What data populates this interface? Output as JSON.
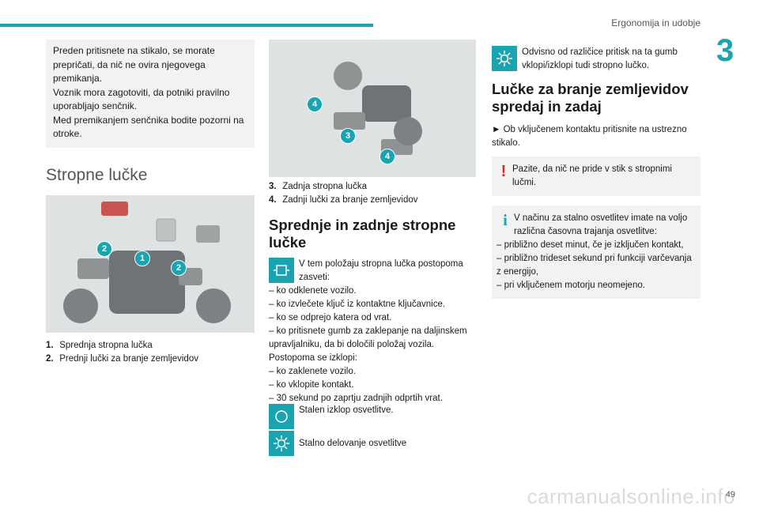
{
  "header": {
    "title": "Ergonomija in udobje",
    "chapter": "3",
    "page_number": "49"
  },
  "col1": {
    "warning_lines": [
      "Preden pritisnete na stikalo, se morate",
      "prepričati, da nič ne ovira njegovega",
      "premikanja.",
      "Voznik mora zagotoviti, da potniki pravilno",
      "uporabljajo senčnik.",
      "Med premikanjem senčnika bodite pozorni na",
      "otroke."
    ],
    "section_title": "Stropne lučke",
    "photo_badges": [
      "2",
      "1",
      "2"
    ],
    "captions": [
      {
        "num": "1.",
        "text": "Sprednja stropna lučka"
      },
      {
        "num": "2.",
        "text": "Prednji lučki za branje zemljevidov"
      }
    ]
  },
  "col2": {
    "photo_badges": [
      "4",
      "3",
      "4"
    ],
    "captions": [
      {
        "num": "3.",
        "text": "Zadnja stropna lučka"
      },
      {
        "num": "4.",
        "text": "Zadnji lučki za branje zemljevidov"
      }
    ],
    "heading": "Sprednje in zadnje stropne lučke",
    "door_icon_text": "V tem položaju stropna lučka postopoma zasveti:",
    "list_on": [
      "– ko odklenete vozilo.",
      "– ko izvlečete ključ iz kontaktne ključavnice.",
      "– ko se odprejo katera od vrat.",
      "– ko pritisnete gumb za zaklepanje na daljinskem upravljalniku, da bi določili položaj vozila."
    ],
    "off_intro": "Postopoma se izklopi:",
    "list_off": [
      "– ko zaklenete vozilo.",
      "– ko vklopite kontakt.",
      "– 30 sekund po zaprtju zadnjih odprtih vrat."
    ],
    "off_icon_text": "Stalen izklop osvetlitve.",
    "on_icon_text": "Stalno delovanje osvetlitve"
  },
  "col3": {
    "sun_icon_text": "Odvisno od različice pritisk na ta gumb vklopi/izklopi tudi stropno lučko.",
    "heading": "Lučke za branje zemljevidov spredaj in zadaj",
    "instruction": "► Ob vključenem kontaktu pritisnite na ustrezno stikalo.",
    "warning": "Pazite, da nič ne pride v stik s stropnimi lučmi.",
    "info_intro": "V načinu za stalno osvetlitev imate na voljo različna časovna trajanja osvetlitve:",
    "info_items": [
      "– približno deset minut, če je izključen kontakt,",
      "– približno trideset sekund pri funkciji varčevanja z energijo,",
      "– pri vključenem motorju neomejeno."
    ]
  },
  "footer": {
    "watermark": "carmanualsonline.info"
  },
  "colors": {
    "accent": "#1aa3b0",
    "warning_red": "#e3262c",
    "grey_box": "#f2f2f2"
  }
}
